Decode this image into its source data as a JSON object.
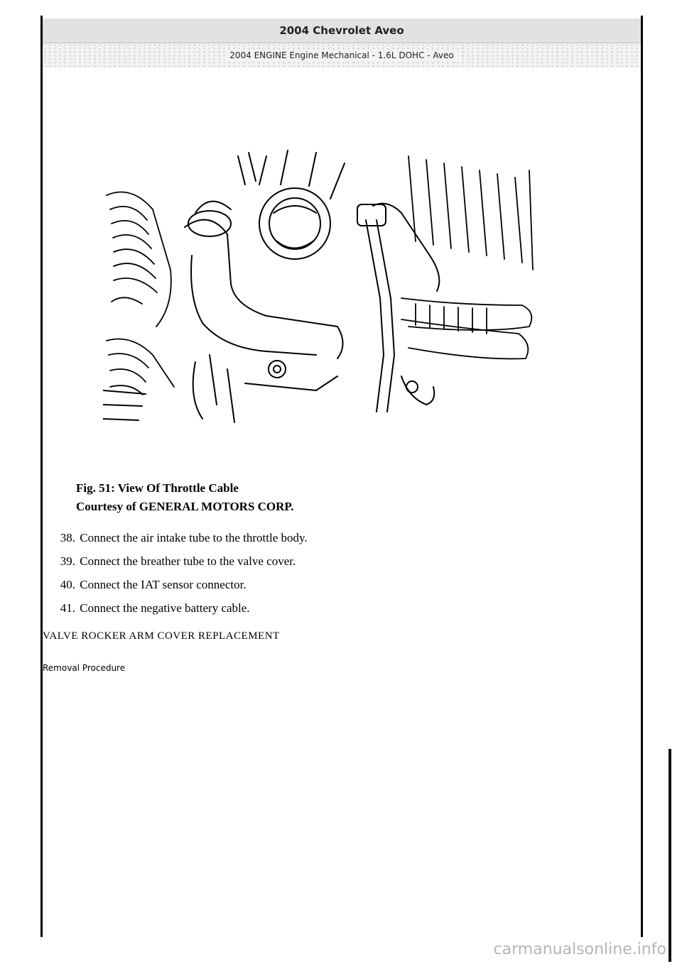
{
  "header": {
    "title": "2004 Chevrolet Aveo",
    "subtitle": "2004 ENGINE Engine Mechanical - 1.6L DOHC - Aveo"
  },
  "figure": {
    "caption_line1": "Fig. 51: View Of Throttle Cable",
    "caption_line2": "Courtesy of GENERAL MOTORS CORP."
  },
  "steps": [
    {
      "num": "38.",
      "text": "Connect the air intake tube to the throttle body."
    },
    {
      "num": "39.",
      "text": "Connect the breather tube to the valve cover."
    },
    {
      "num": "40.",
      "text": "Connect the IAT sensor connector."
    },
    {
      "num": "41.",
      "text": "Connect the negative battery cable."
    }
  ],
  "section_title": "VALVE ROCKER ARM COVER REPLACEMENT",
  "subsection_title": "Removal Procedure",
  "watermark": "carmanualsonline.info"
}
